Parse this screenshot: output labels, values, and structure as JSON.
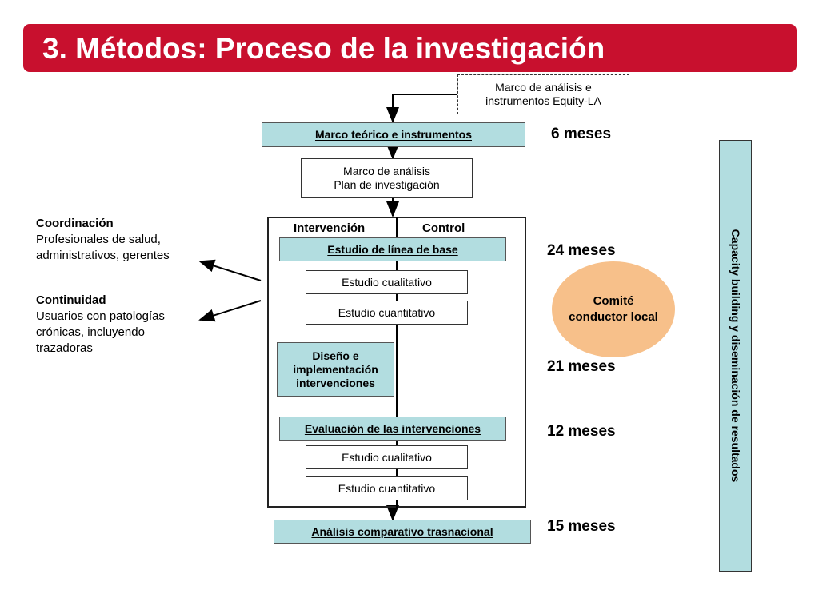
{
  "title": "3. Métodos: Proceso de la investigación",
  "boxes": {
    "equity_la": [
      "Marco de análisis e",
      "instrumentos Equity-LA"
    ],
    "marco_teorico": "Marco teórico  e instrumentos",
    "marco_analisis": [
      "Marco de análisis",
      "Plan de investigación"
    ],
    "intervencion": "Intervención",
    "control": "Control",
    "linea_base": "Estudio de línea de base",
    "cualitativo_1": "Estudio cualitativo",
    "cuantitativo_1": "Estudio cuantitativo",
    "diseno": [
      "Diseño e",
      "implementación",
      "intervenciones"
    ],
    "evaluacion": "Evaluación de las intervenciones",
    "cualitativo_2": "Estudio cualitativo",
    "cuantitativo_2": "Estudio cuantitativo",
    "analisis_comparativo": "Análisis comparativo trasnacional"
  },
  "durations": [
    "6 meses",
    "24 meses",
    "21 meses",
    "12 meses",
    "15 meses"
  ],
  "committee": [
    "Comité",
    "conductor local"
  ],
  "side_notes": {
    "coordinacion": {
      "title": "Coordinación",
      "lines": [
        "Profesionales de salud,",
        "administrativos, gerentes"
      ]
    },
    "continuidad": {
      "title": "Continuidad",
      "lines": [
        "Usuarios con patologías",
        "crónicas, incluyendo",
        "trazadoras"
      ]
    }
  },
  "vertical_bar": "Capacity building y diseminación de resultados",
  "colors": {
    "header": "#c8102e",
    "teal": "#b2dde0",
    "oval": "#f7c08a"
  }
}
